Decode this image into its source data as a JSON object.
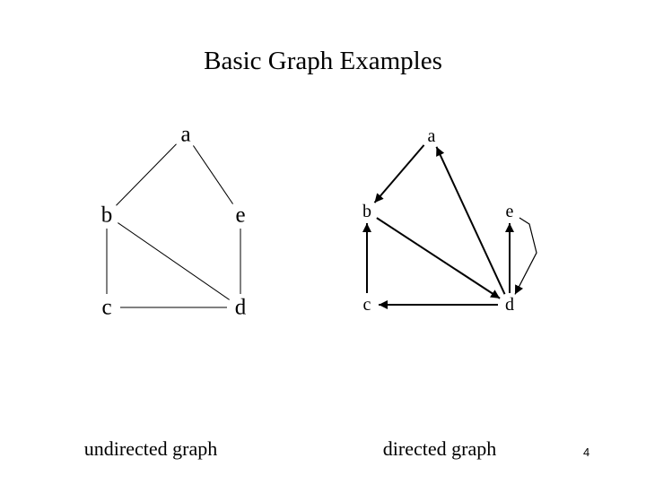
{
  "slide": {
    "title": "Basic Graph Examples",
    "page_number": "4"
  },
  "undirected": {
    "caption": "undirected graph",
    "nodes": [
      {
        "id": "a",
        "label": "a"
      },
      {
        "id": "b",
        "label": "b"
      },
      {
        "id": "e",
        "label": "e"
      },
      {
        "id": "c",
        "label": "c"
      },
      {
        "id": "d",
        "label": "d"
      }
    ],
    "edges": [
      {
        "from": "a",
        "to": "b"
      },
      {
        "from": "a",
        "to": "e"
      },
      {
        "from": "b",
        "to": "c"
      },
      {
        "from": "b",
        "to": "d"
      },
      {
        "from": "e",
        "to": "d"
      },
      {
        "from": "c",
        "to": "d"
      }
    ]
  },
  "directed": {
    "caption": "directed graph",
    "nodes": [
      {
        "id": "a",
        "label": "a"
      },
      {
        "id": "b",
        "label": "b"
      },
      {
        "id": "e",
        "label": "e"
      },
      {
        "id": "c",
        "label": "c"
      },
      {
        "id": "d",
        "label": "d"
      }
    ],
    "edges": [
      {
        "from": "a",
        "to": "b"
      },
      {
        "from": "d",
        "to": "a"
      },
      {
        "from": "b",
        "to": "d"
      },
      {
        "from": "c",
        "to": "b"
      },
      {
        "from": "d",
        "to": "c"
      },
      {
        "from": "e",
        "to": "d"
      },
      {
        "from": "d",
        "to": "e"
      }
    ]
  }
}
